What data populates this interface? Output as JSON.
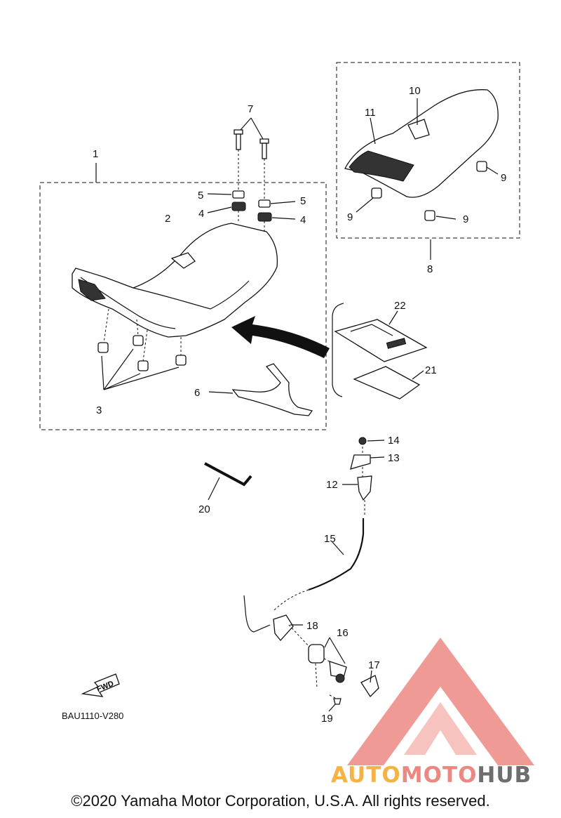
{
  "callouts": [
    "1",
    "2",
    "3",
    "4",
    "4",
    "5",
    "5",
    "6",
    "7",
    "8",
    "9",
    "9",
    "9",
    "10",
    "11",
    "12",
    "13",
    "14",
    "15",
    "16",
    "17",
    "18",
    "19",
    "20",
    "21",
    "22"
  ],
  "diagram_code": "BAU1110-V280",
  "fwd_label": "FWD",
  "copyright": "©2020 Yamaha Motor Corporation, U.S.A. All rights reserved.",
  "watermark": {
    "part1": "AUTO",
    "part2": "MOTO",
    "part3": "HUB",
    "color1": "#f5a623",
    "color2": "#e9736d",
    "color3": "#555555"
  }
}
